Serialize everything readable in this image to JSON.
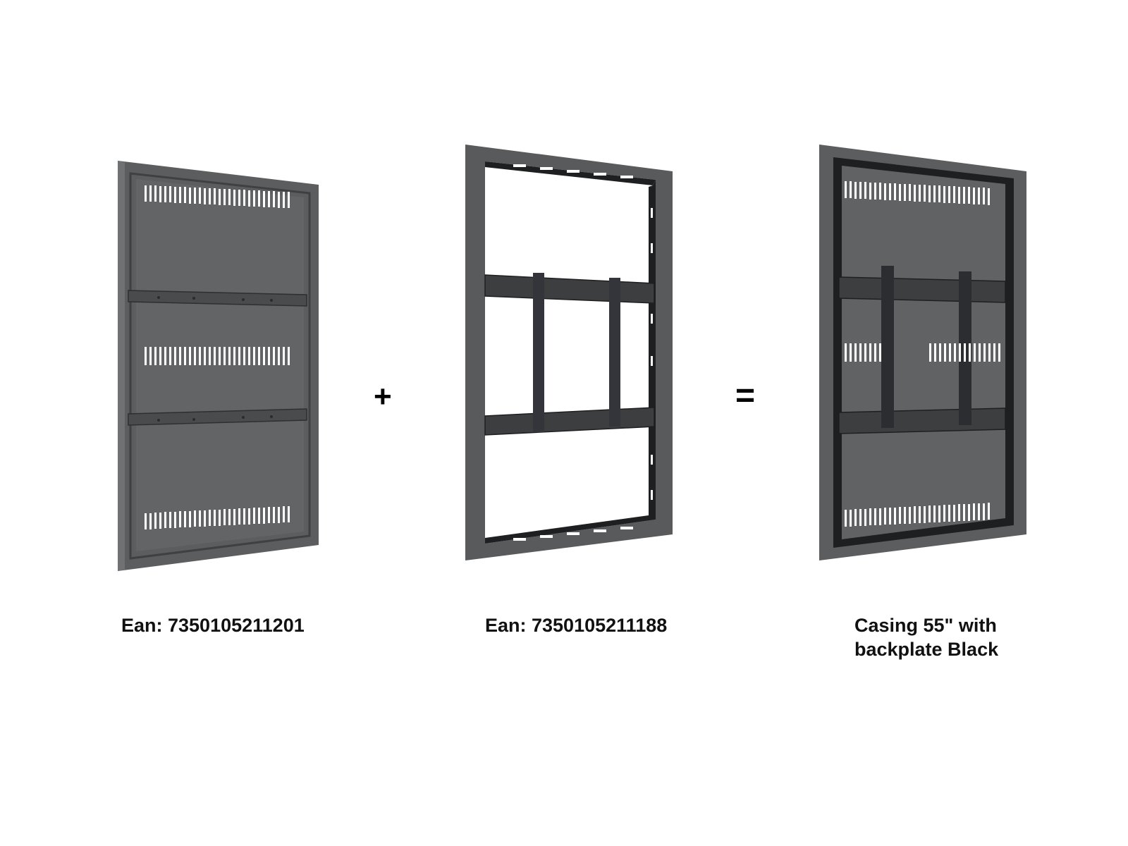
{
  "items": [
    {
      "caption": "Ean: 7350105211201"
    },
    {
      "caption": "Ean: 7350105211188"
    },
    {
      "caption": "Casing 55\" with\nbackplate Black"
    }
  ],
  "operators": {
    "plus": "+",
    "equals": "="
  },
  "colors": {
    "panel": "#5c5d5f",
    "frame": "#595a5c",
    "dark": "#1e1f21",
    "slot": "#ffffff"
  }
}
